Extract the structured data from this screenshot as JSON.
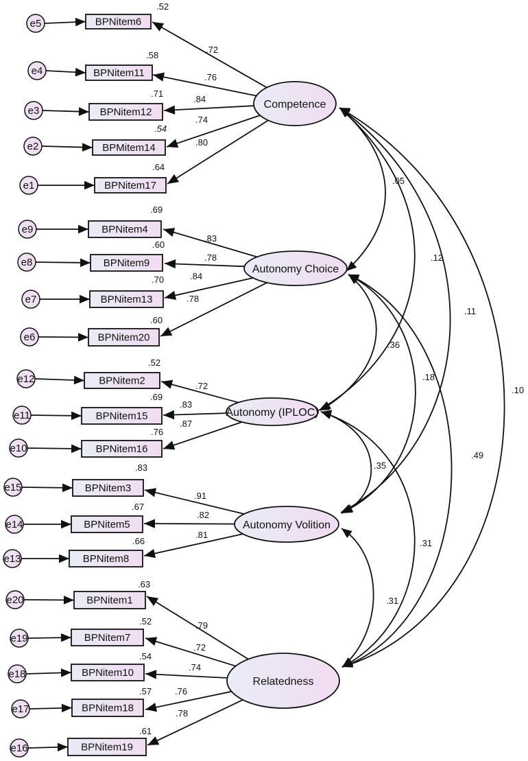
{
  "colors": {
    "box_fill_left": "#e8ecf5",
    "box_fill_right": "#f1dcf1",
    "stroke": "#111111"
  },
  "factors": [
    {
      "name": "Competence"
    },
    {
      "name": "Autonomy Choice"
    },
    {
      "name": "Autonomy (IPLOC)"
    },
    {
      "name": "Autonomy Volition"
    },
    {
      "name": "Relatedness"
    }
  ],
  "items": [
    {
      "label": "BPNitem6",
      "error": "e5",
      "r2": ".52",
      "loading": ".72"
    },
    {
      "label": "BPNitem11",
      "error": "e4",
      "r2": ".58",
      "loading": ".76"
    },
    {
      "label": "BPNitem12",
      "error": "e3",
      "r2": ".71",
      "loading": ".84"
    },
    {
      "label": "BPMitem14",
      "error": "e2",
      "r2": ".54",
      "loading": ".74"
    },
    {
      "label": "BPNitem17",
      "error": "e1",
      "r2": ".64",
      "loading": ".80"
    },
    {
      "label": "BPNitem4",
      "error": "e9",
      "r2": ".69",
      "loading": ".83"
    },
    {
      "label": "BPNitem9",
      "error": "e8",
      "r2": ".60",
      "loading": ".78"
    },
    {
      "label": "BPNitem13",
      "error": "e7",
      "r2": ".70",
      "loading": ".84"
    },
    {
      "label": "BPNitem20",
      "error": "e6",
      "r2": ".60",
      "loading": ".78"
    },
    {
      "label": "BPNitem2",
      "error": "e12",
      "r2": ".52",
      "loading": ".72"
    },
    {
      "label": "BPNitem15",
      "error": "e11",
      "r2": ".69",
      "loading": ".83"
    },
    {
      "label": "BPNitem16",
      "error": "e10",
      "r2": ".76",
      "loading": ".87"
    },
    {
      "label": "BPNitem3",
      "error": "e15",
      "r2": ".83",
      "loading": ".91"
    },
    {
      "label": "BPNitem5",
      "error": "e14",
      "r2": ".67",
      "loading": ".82"
    },
    {
      "label": "BPNitem8",
      "error": "e13",
      "r2": ".66",
      "loading": ".81"
    },
    {
      "label": "BPNitem1",
      "error": "e20",
      "r2": ".63",
      "loading": ".79"
    },
    {
      "label": "BPNitem7",
      "error": "e19",
      "r2": ".52",
      "loading": ".72"
    },
    {
      "label": "BPNitem10",
      "error": "e18",
      "r2": ".54",
      "loading": ".74"
    },
    {
      "label": "BPNitem18",
      "error": "e17",
      "r2": ".57",
      "loading": ".76"
    },
    {
      "label": "BPNitem19",
      "error": "e16",
      "r2": ".61",
      "loading": ".78"
    }
  ],
  "correlations": [
    {
      "from": "Competence",
      "to": "Autonomy Choice",
      "value": ".05"
    },
    {
      "from": "Competence",
      "to": "Autonomy (IPLOC)",
      "value": ".12"
    },
    {
      "from": "Competence",
      "to": "Autonomy Volition",
      "value": ".11"
    },
    {
      "from": "Competence",
      "to": "Relatedness",
      "value": ".10"
    },
    {
      "from": "Autonomy Choice",
      "to": "Autonomy (IPLOC)",
      "value": ".36"
    },
    {
      "from": "Autonomy Choice",
      "to": "Autonomy Volition",
      "value": ".18"
    },
    {
      "from": "Autonomy Choice",
      "to": "Relatedness",
      "value": ".49"
    },
    {
      "from": "Autonomy (IPLOC)",
      "to": "Autonomy Volition",
      "value": ".35"
    },
    {
      "from": "Autonomy (IPLOC)",
      "to": "Relatedness",
      "value": ".31"
    },
    {
      "from": "Autonomy Volition",
      "to": "Relatedness",
      "value": ".31"
    }
  ]
}
